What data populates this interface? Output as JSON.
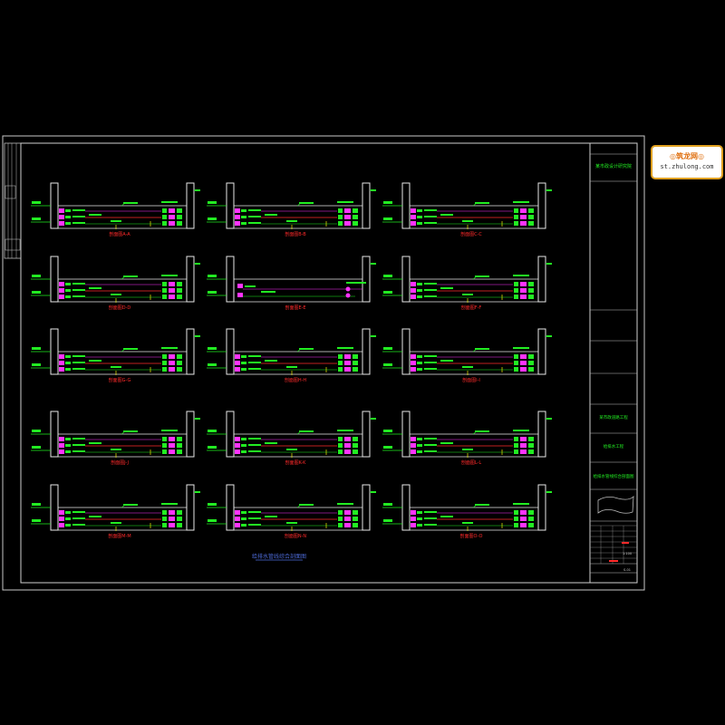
{
  "drawing": {
    "overall_title": "给排水管线综合剖面图",
    "watermark": {
      "line1": "◎筑龙网◎",
      "line2": "st.zhulong.com"
    },
    "colors": {
      "background": "#000000",
      "frame": "#c8c8c8",
      "wall": "#e8e8e8",
      "green": "#22ee22",
      "magenta": "#ff33ff",
      "red": "#ff2a2a",
      "yellow": "#f0f000",
      "blue_title": "#4d6bd8"
    },
    "sections": [
      {
        "label": "剖面图A-A"
      },
      {
        "label": "剖面图B-B"
      },
      {
        "label": "剖面图C-C"
      },
      {
        "label": "剖面图D-D"
      },
      {
        "label": "剖面图E-E"
      },
      {
        "label": "剖面图F-F"
      },
      {
        "label": "剖面图G-G"
      },
      {
        "label": "剖面图H-H"
      },
      {
        "label": "剖面图I-I"
      },
      {
        "label": "剖面图J-J"
      },
      {
        "label": "剖面图K-K"
      },
      {
        "label": "剖面图L-L"
      },
      {
        "label": "剖面图M-M"
      },
      {
        "label": "剖面图N-N"
      },
      {
        "label": "剖面图O-O"
      }
    ],
    "title_block": {
      "company": "某市政设计研究院",
      "project": "某市政道路工程",
      "subproject": "给排水工程",
      "drawing_name": "给排水管线综合剖面图",
      "scale": "1:100",
      "sheet_no": "S-01"
    }
  }
}
